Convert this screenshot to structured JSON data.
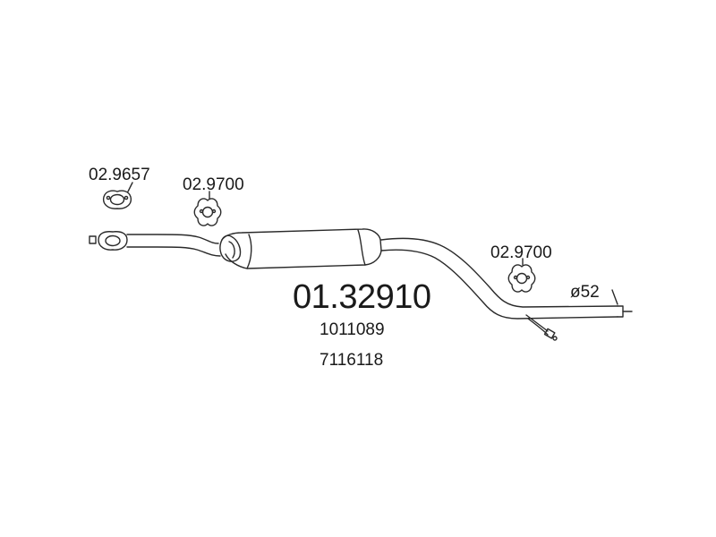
{
  "diagram": {
    "part_number": "01.32910",
    "oem_numbers": [
      "1011089",
      "7116118"
    ],
    "components": [
      {
        "id": "gasket",
        "ref": "02.9657"
      },
      {
        "id": "rubber-hanger-front",
        "ref": "02.9700"
      },
      {
        "id": "rubber-hanger-rear",
        "ref": "02.9700"
      }
    ],
    "outlet_diameter": "ø52",
    "colors": {
      "line": "#2a2a2a",
      "text": "#1a1a1a",
      "background": "#ffffff"
    }
  }
}
